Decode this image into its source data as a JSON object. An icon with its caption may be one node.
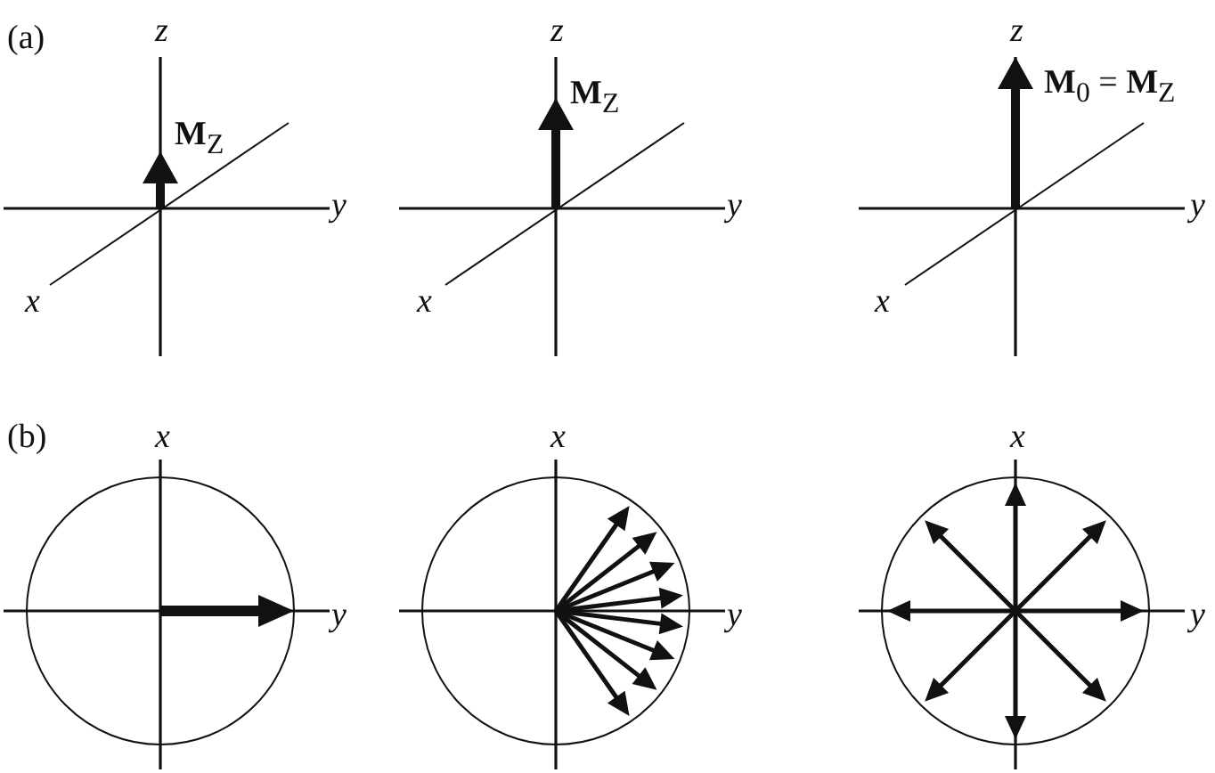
{
  "diagram": {
    "labels": [
      "(a)",
      "z",
      "z",
      "z",
      "**M**$_{Z}$",
      "**M**$_{Z}$",
      "**M**$_{0}$ = **M**$_{Z}$",
      "y",
      "y",
      "y",
      "x",
      "x",
      "x",
      "(b)",
      "x",
      "x",
      "x",
      "y",
      "y",
      "y"
    ]
  }
}
